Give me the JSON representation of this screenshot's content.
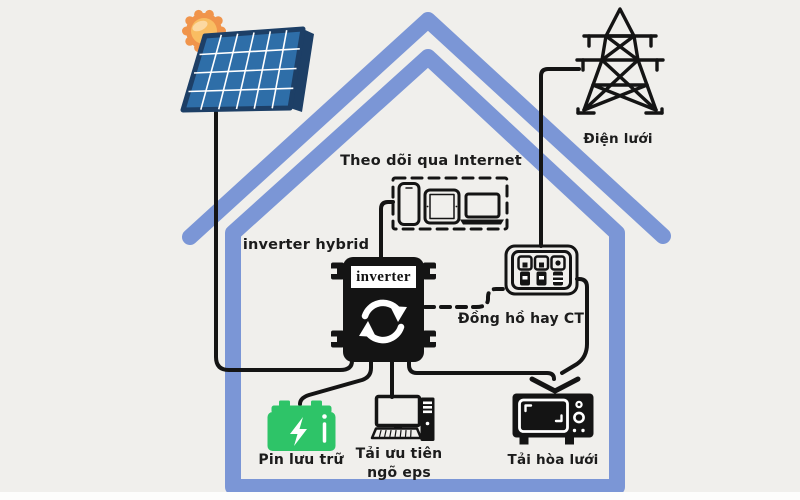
{
  "labels": {
    "internet_monitor": "Theo dõi qua Internet",
    "inverter_hybrid": "inverter hybrid",
    "inverter_box": "inverter",
    "power_grid": "Điện lưới",
    "meter_ct": "Đồng hồ hay CT",
    "battery_storage": "Pin lưu trữ",
    "priority_load_line1": "Tải ưu tiên",
    "priority_load_line2": "ngõ eps",
    "grid_tie_load": "Tải hòa lưới"
  },
  "colors": {
    "bg": "#f0efec",
    "ink": "#141414",
    "house": "#7b96d6",
    "green": "#2ec468",
    "panel": "#2e6ea8",
    "frame": "#1d3f66",
    "sun": "#f0944b",
    "sunInner": "#f9bd62",
    "sunHi": "#fcd9a2",
    "ray": "#d8ce52"
  },
  "icons": {
    "sun-icon": "scalloped orange sun",
    "solar-panel-icon": "tilted blue PV panel with white grid",
    "transmission-tower-icon": "black lattice power pylon",
    "smartphone-icon": "phone outline",
    "tablet-icon": "tablet outline",
    "laptop-icon": "laptop outline",
    "inverter-box-icon": "black box with connector tabs",
    "sync-arrows-icon": "white circular arrows",
    "energy-meter-icon": "breaker/meter panel with 3 switches",
    "battery-icon": "green battery with lightning bolt",
    "desktop-computer-icon": "monitor, keyboard and tower",
    "microwave-icon": "black microwave oven",
    "down-arrow-icon": "wide V arrow"
  }
}
